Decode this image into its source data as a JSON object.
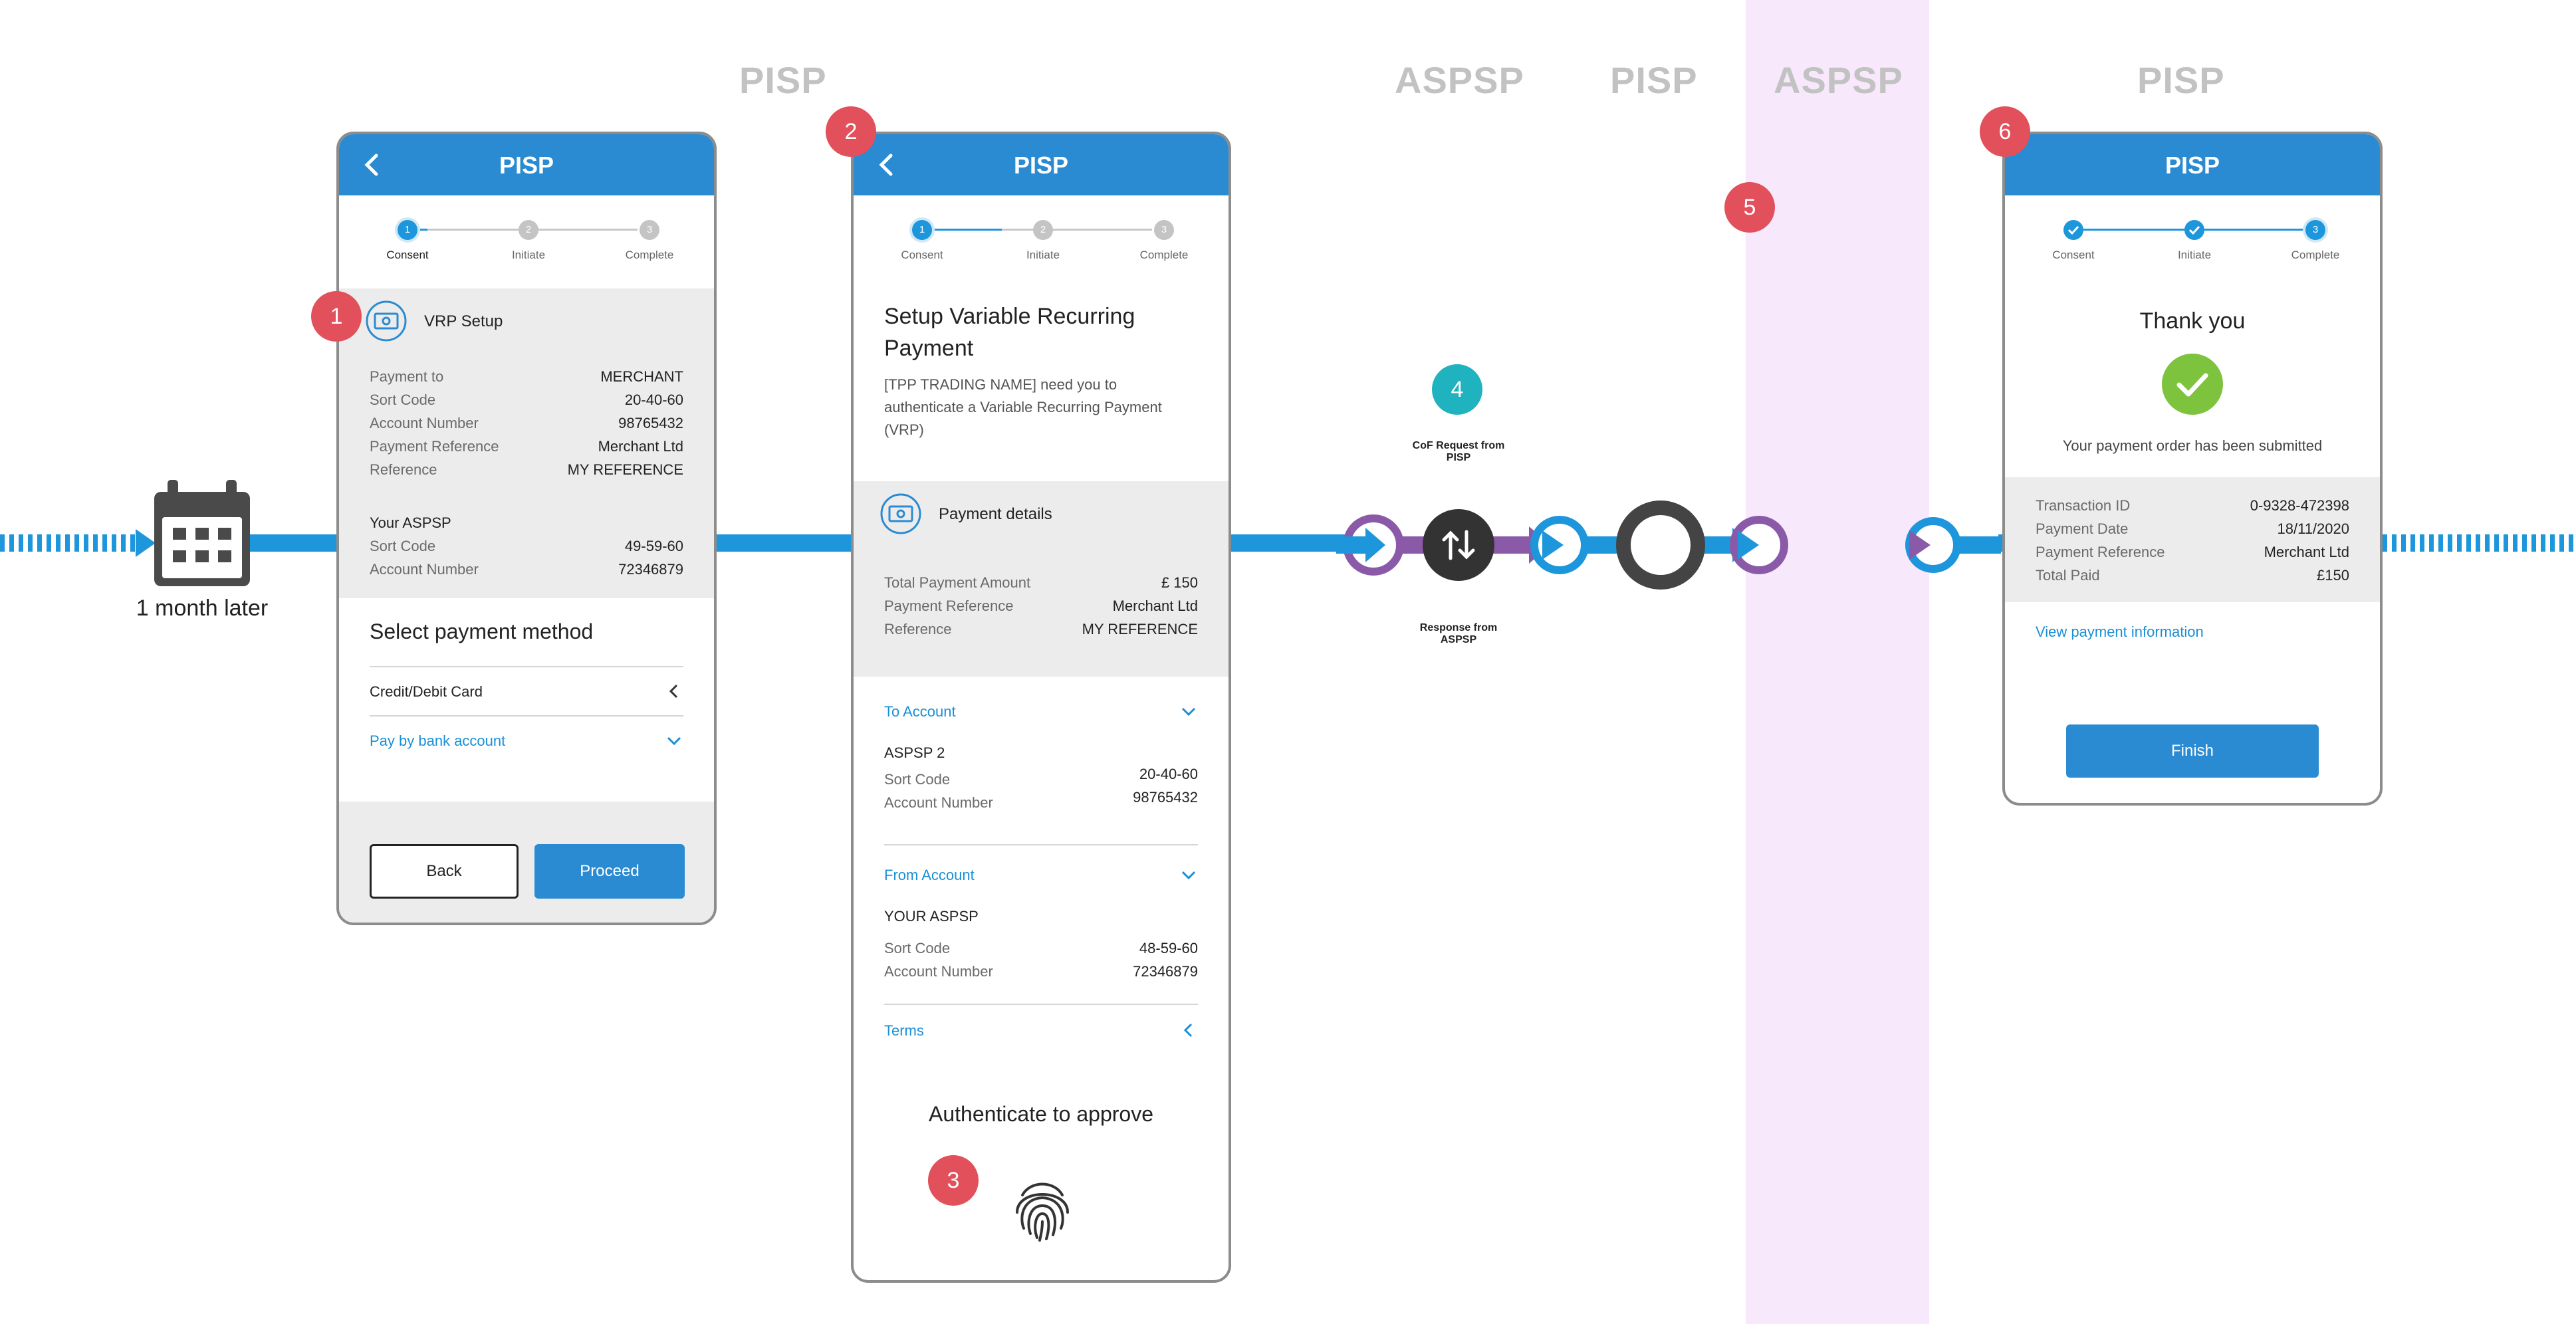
{
  "zones": [
    "PISP",
    "ASPSP",
    "PISP",
    "ASPSP",
    "PISP"
  ],
  "calendar": {
    "caption": "1 month later"
  },
  "badges": [
    "1",
    "2",
    "3",
    "4",
    "5",
    "6"
  ],
  "flow": {
    "request_label": "CoF Request from PISP",
    "response_label": "Response from ASPSP"
  },
  "colors": {
    "header_blue": "#2a8bd2",
    "flow_blue": "#1d96db",
    "flow_purple": "#8a5aa8",
    "badge_red": "#e2505b",
    "badge_teal": "#1fb2bf",
    "success_green": "#7ec33d",
    "aspsp_band": "#f7e8fb"
  },
  "steps": [
    "Consent",
    "Initiate",
    "Complete"
  ],
  "phone1": {
    "title": "PISP",
    "vrp_title": "VRP Setup",
    "payment_rows": [
      {
        "label": "Payment to",
        "value": "MERCHANT"
      },
      {
        "label": "Sort Code",
        "value": "20-40-60"
      },
      {
        "label": "Account Number",
        "value": "98765432"
      },
      {
        "label": "Payment Reference",
        "value": "Merchant Ltd"
      },
      {
        "label": "Reference",
        "value": "MY REFERENCE"
      }
    ],
    "aspsp_title": "Your ASPSP",
    "aspsp_rows": [
      {
        "label": "Sort Code",
        "value": "49-59-60"
      },
      {
        "label": "Account Number",
        "value": "72346879"
      }
    ],
    "select_title": "Select payment method",
    "method_card": "Credit/Debit Card",
    "method_bank": "Pay by bank account",
    "back_label": "Back",
    "proceed_label": "Proceed"
  },
  "phone2": {
    "title": "PISP",
    "heading": "Setup Variable Recurring Payment",
    "description": "[TPP TRADING NAME] need you to authenticate a Variable Recurring Payment (VRP)",
    "details_title": "Payment details",
    "detail_rows": [
      {
        "label": "Total Payment Amount",
        "value": "£ 150"
      },
      {
        "label": "Payment Reference",
        "value": "Merchant Ltd"
      },
      {
        "label": "Reference",
        "value": "MY REFERENCE"
      }
    ],
    "to_account": "To Account",
    "to_name": "ASPSP 2",
    "to_rows": [
      {
        "label": "Sort Code",
        "value": "20-40-60"
      },
      {
        "label": "Account Number",
        "value": "98765432"
      }
    ],
    "from_account": "From Account",
    "from_name": "YOUR ASPSP",
    "from_rows": [
      {
        "label": "Sort Code",
        "value": "48-59-60"
      },
      {
        "label": "Account Number",
        "value": "72346879"
      }
    ],
    "terms": "Terms",
    "auth_text": "Authenticate to approve"
  },
  "phone3": {
    "title": "PISP",
    "thank_you": "Thank you",
    "submitted": "Your payment order has been submitted",
    "summary_rows": [
      {
        "label": "Transaction ID",
        "value": "0-9328-472398"
      },
      {
        "label": "Payment Date",
        "value": "18/11/2020"
      },
      {
        "label": "Payment Reference",
        "value": "Merchant Ltd"
      },
      {
        "label": "Total Paid",
        "value": "£150"
      }
    ],
    "view_link": "View payment information",
    "finish_label": "Finish"
  }
}
